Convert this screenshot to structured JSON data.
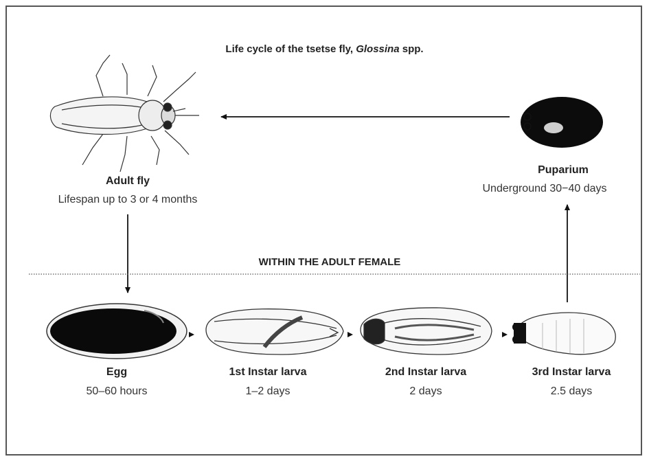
{
  "title": {
    "prefix": "Life cycle of the tsetse fly, ",
    "genus": "Glossina",
    "suffix": " spp."
  },
  "zone_label": "WITHIN THE ADULT FEMALE",
  "stages": {
    "adult": {
      "name": "Adult fly",
      "desc": "Lifespan up to 3 or 4 months"
    },
    "puparium": {
      "name": "Puparium",
      "desc": "Underground 30−40 days"
    },
    "egg": {
      "name": "Egg",
      "desc": "50–60 hours"
    },
    "instar1": {
      "name": "1st Instar larva",
      "desc": "1–2 days"
    },
    "instar2": {
      "name": "2nd Instar larva",
      "desc": "2 days"
    },
    "instar3": {
      "name": "3rd Instar larva",
      "desc": "2.5 days"
    }
  }
}
